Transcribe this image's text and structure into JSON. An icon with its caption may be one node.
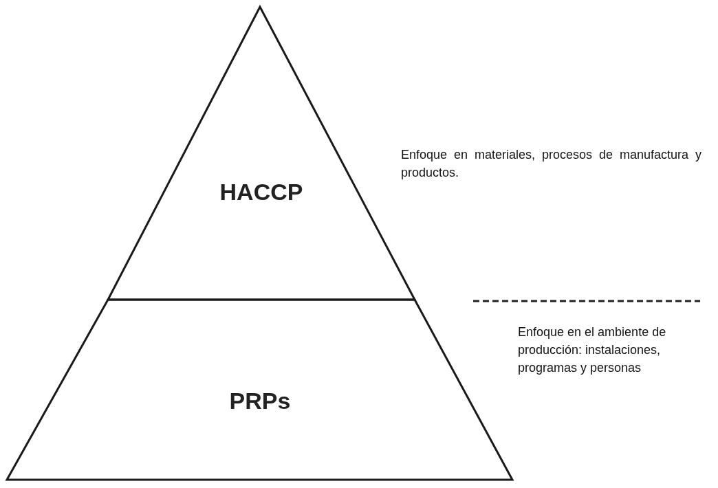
{
  "diagram": {
    "nodes": [
      {
        "text": [
          "HACCP"
        ],
        "beside": [
          "Enfoque en materiales, procesos de manufactura y productos."
        ]
      },
      {
        "text": [
          "PRPs"
        ],
        "beside": [
          "Enfoque en el ambiente de producción: instalaciones, programas y personas"
        ]
      }
    ]
  }
}
